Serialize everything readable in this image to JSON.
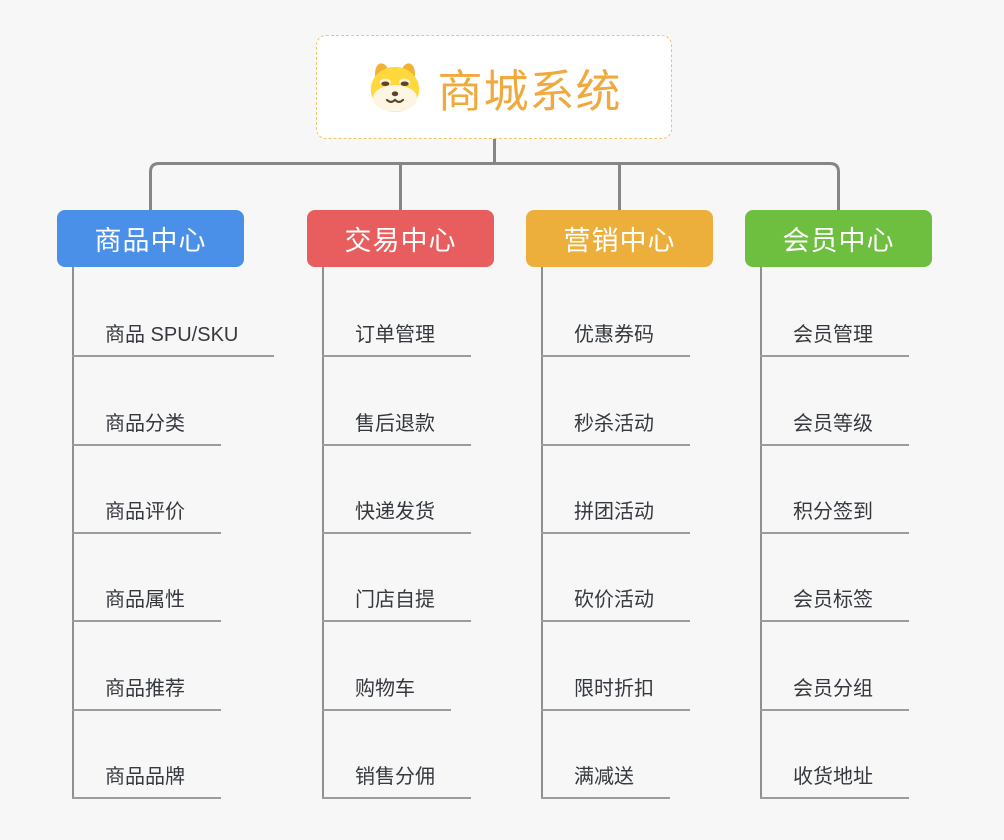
{
  "app": {
    "background": "#F7F7F7"
  },
  "colors": {
    "connector": "#868686",
    "trunk": "#8F8F8F",
    "leaf_underline": "#9C9C9C",
    "leaf_text": "#35393E",
    "root_border": "#F2C36B",
    "root_title_color": "#EFA93D",
    "dog_yellow": "#FFD83E",
    "dog_cream": "#FDF6E4",
    "dog_dark": "#5B4428"
  },
  "root": {
    "title": "商城系统",
    "icon": "dog-face-icon"
  },
  "branches": [
    {
      "id": "product-center",
      "label": "商品中心",
      "color": "#4A90E8",
      "items": [
        "商品 SPU/SKU",
        "商品分类",
        "商品评价",
        "商品属性",
        "商品推荐",
        "商品品牌"
      ]
    },
    {
      "id": "trade-center",
      "label": "交易中心",
      "color": "#E85D5D",
      "items": [
        "订单管理",
        "售后退款",
        "快递发货",
        "门店自提",
        "购物车",
        "销售分佣"
      ]
    },
    {
      "id": "marketing-center",
      "label": "营销中心",
      "color": "#EDAF3C",
      "items": [
        "优惠券码",
        "秒杀活动",
        "拼团活动",
        "砍价活动",
        "限时折扣",
        "满减送"
      ]
    },
    {
      "id": "member-center",
      "label": "会员中心",
      "color": "#6EBF40",
      "items": [
        "会员管理",
        "会员等级",
        "积分签到",
        "会员标签",
        "会员分组",
        "收货地址"
      ]
    }
  ]
}
